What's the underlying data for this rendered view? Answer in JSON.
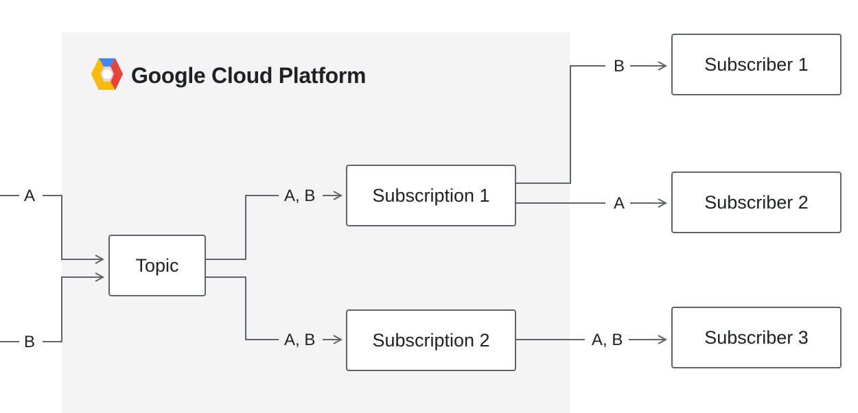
{
  "platform": {
    "title": "Google Cloud Platform",
    "logo_icon": "google-cloud-hexagon-icon",
    "logo_colors": [
      "#4285F4",
      "#EA4335",
      "#FBBC05",
      "#ffffff"
    ]
  },
  "nodes": {
    "topic": "Topic",
    "subscription_1": "Subscription 1",
    "subscription_2": "Subscription 2",
    "subscriber_1": "Subscriber 1",
    "subscriber_2": "Subscriber 2",
    "subscriber_3": "Subscriber 3"
  },
  "edge_labels": {
    "input_a": "A",
    "input_b": "B",
    "topic_to_sub1": "A, B",
    "topic_to_sub2": "A, B",
    "sub1_to_subscriber1": "B",
    "sub1_to_subscriber2": "A",
    "sub2_to_subscriber3": "A, B"
  },
  "colors": {
    "region_bg": "#f4f4f4",
    "line": "#5f6368"
  }
}
